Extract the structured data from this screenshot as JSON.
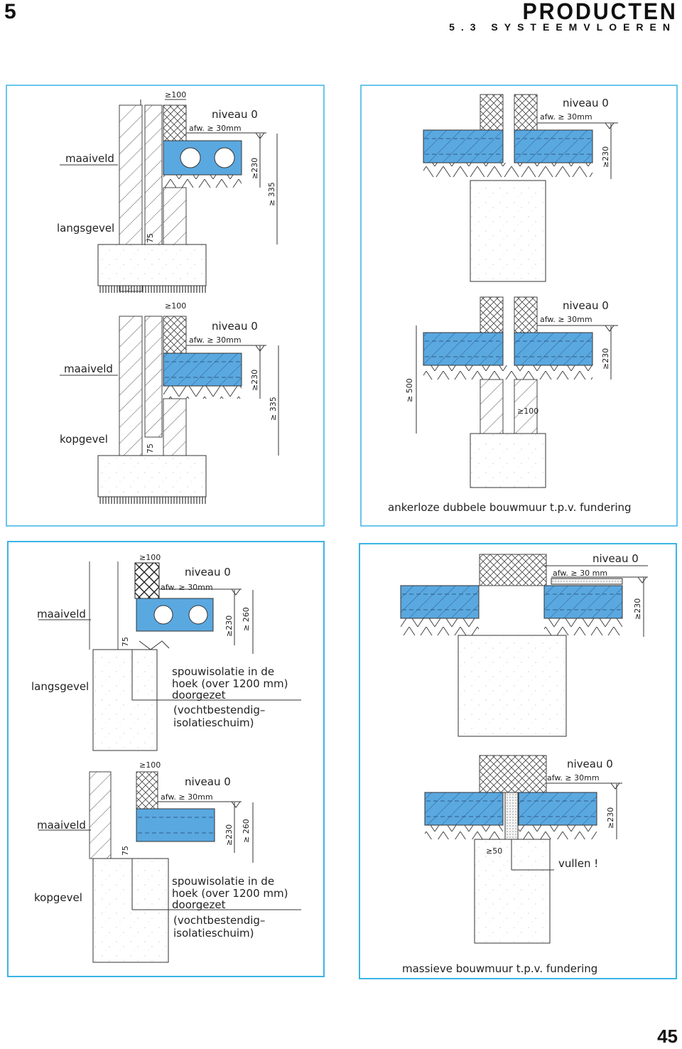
{
  "header": {
    "chapter": "5",
    "title": "PRODUCTEN",
    "subtitle": "5.3  SYSTEEMVLOEREN"
  },
  "page_number": "45",
  "panel_tl": {
    "top": {
      "ge100": "≥100",
      "niveau": "niveau 0",
      "afw": "afw. ≥ 30mm",
      "maaiveld": "maaiveld",
      "gevel": "langsgevel",
      "d75": "75",
      "d230": "≥230",
      "d335": "≥ 335"
    },
    "bottom": {
      "ge100": "≥100",
      "niveau": "niveau 0",
      "afw": "afw. ≥ 30mm",
      "maaiveld": "maaiveld",
      "gevel": "kopgevel",
      "d75": "75",
      "d230": "≥230",
      "d335": "≥ 335"
    }
  },
  "panel_tr": {
    "top": {
      "niveau": "niveau 0",
      "afw": "afw. ≥ 30mm",
      "d230": "≥230"
    },
    "bottom": {
      "niveau": "niveau 0",
      "afw": "afw. ≥ 30mm",
      "d230": "≥230",
      "d500": "≥ 500",
      "ge100": "≥100"
    },
    "caption": "ankerloze dubbele bouwmuur t.p.v. fundering"
  },
  "panel_bl": {
    "top": {
      "ge100": "≥100",
      "niveau": "niveau 0",
      "afw": "afw. ≥ 30mm",
      "maaiveld": "maaiveld",
      "gevel": "langsgevel",
      "d75": "75",
      "d230": "≥230",
      "d260": "≥ 260",
      "note": [
        "spouwisolatie in de",
        "hoek (over 1200 mm)",
        "doorgezet",
        "(vochtbestendig–",
        "isolatieschuim)"
      ]
    },
    "bottom": {
      "ge100": "≥100",
      "niveau": "niveau 0",
      "afw": "afw. ≥ 30mm",
      "maaiveld": "maaiveld",
      "gevel": "kopgevel",
      "d75": "75",
      "d230": "≥230",
      "d260": "≥ 260",
      "note": [
        "spouwisolatie in de",
        "hoek (over 1200 mm)",
        "doorgezet",
        "(vochtbestendig–",
        "isolatieschuim)"
      ]
    }
  },
  "panel_br": {
    "top": {
      "niveau": "niveau 0",
      "afw": "afw. ≥ 30 mm",
      "d230": "≥230"
    },
    "bottom": {
      "niveau": "niveau 0",
      "afw": "afw. ≥ 30mm",
      "d230": "≥230",
      "ge50": "≥50",
      "vullen": "vullen !"
    },
    "caption": "massieve bouwmuur t.p.v. fundering"
  },
  "colors": {
    "frame": "#3ab4e6",
    "slab": "#5aa8e0",
    "line": "#333333"
  }
}
